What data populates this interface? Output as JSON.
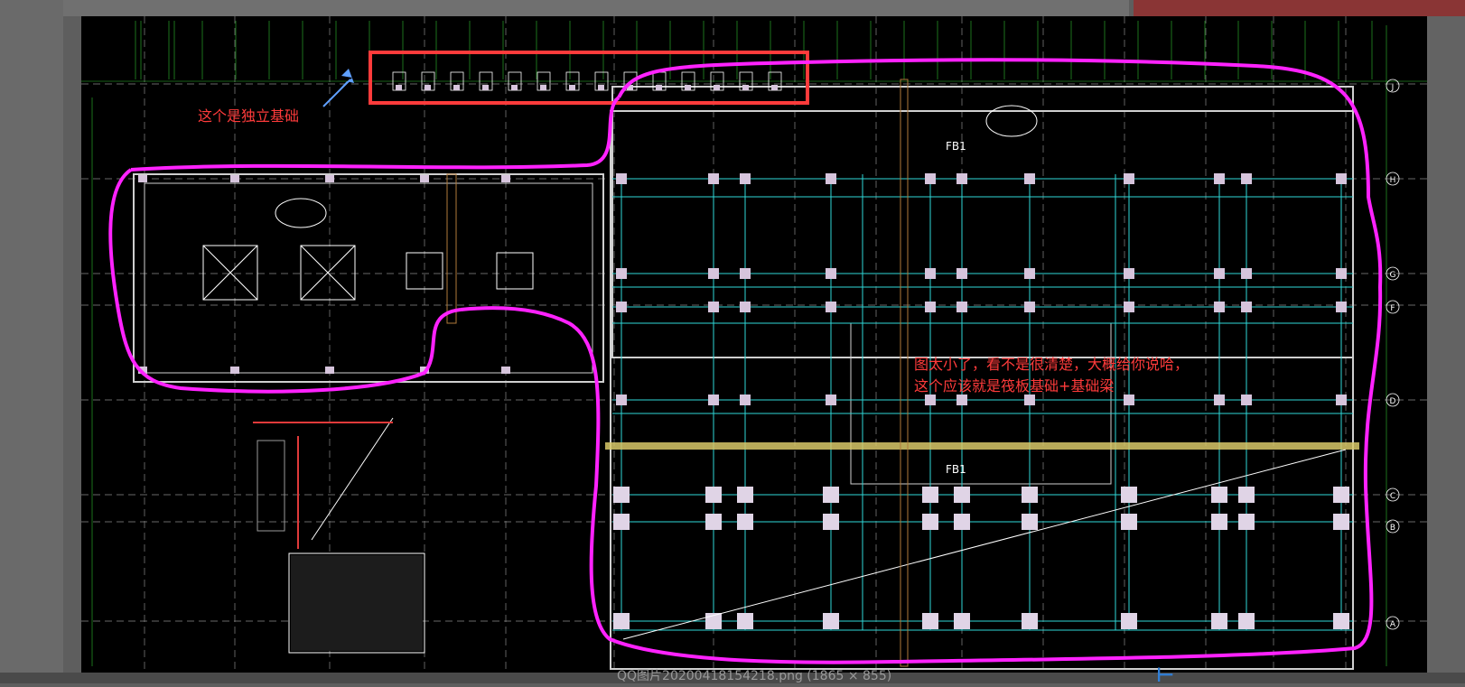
{
  "annotations": {
    "isolated_foundation": "这个是独立基础",
    "raft_note_line1": "图太小了，看不是很清楚，大概给你说哈，",
    "raft_note_line2": "这个应该就是筏板基础+基础梁"
  },
  "drawing": {
    "raft_label_top": "FB1",
    "raft_label_bottom": "FB1",
    "axis_labels": [
      "J",
      "H",
      "G",
      "F",
      "D",
      "C",
      "B",
      "A"
    ]
  },
  "viewer": {
    "file_caption": "QQ图片20200418154218.png (1865 × 855)"
  },
  "colors": {
    "annotation_red": "#ff3b3b",
    "highlight_magenta": "#ff22ff",
    "cad_background": "#000000"
  }
}
